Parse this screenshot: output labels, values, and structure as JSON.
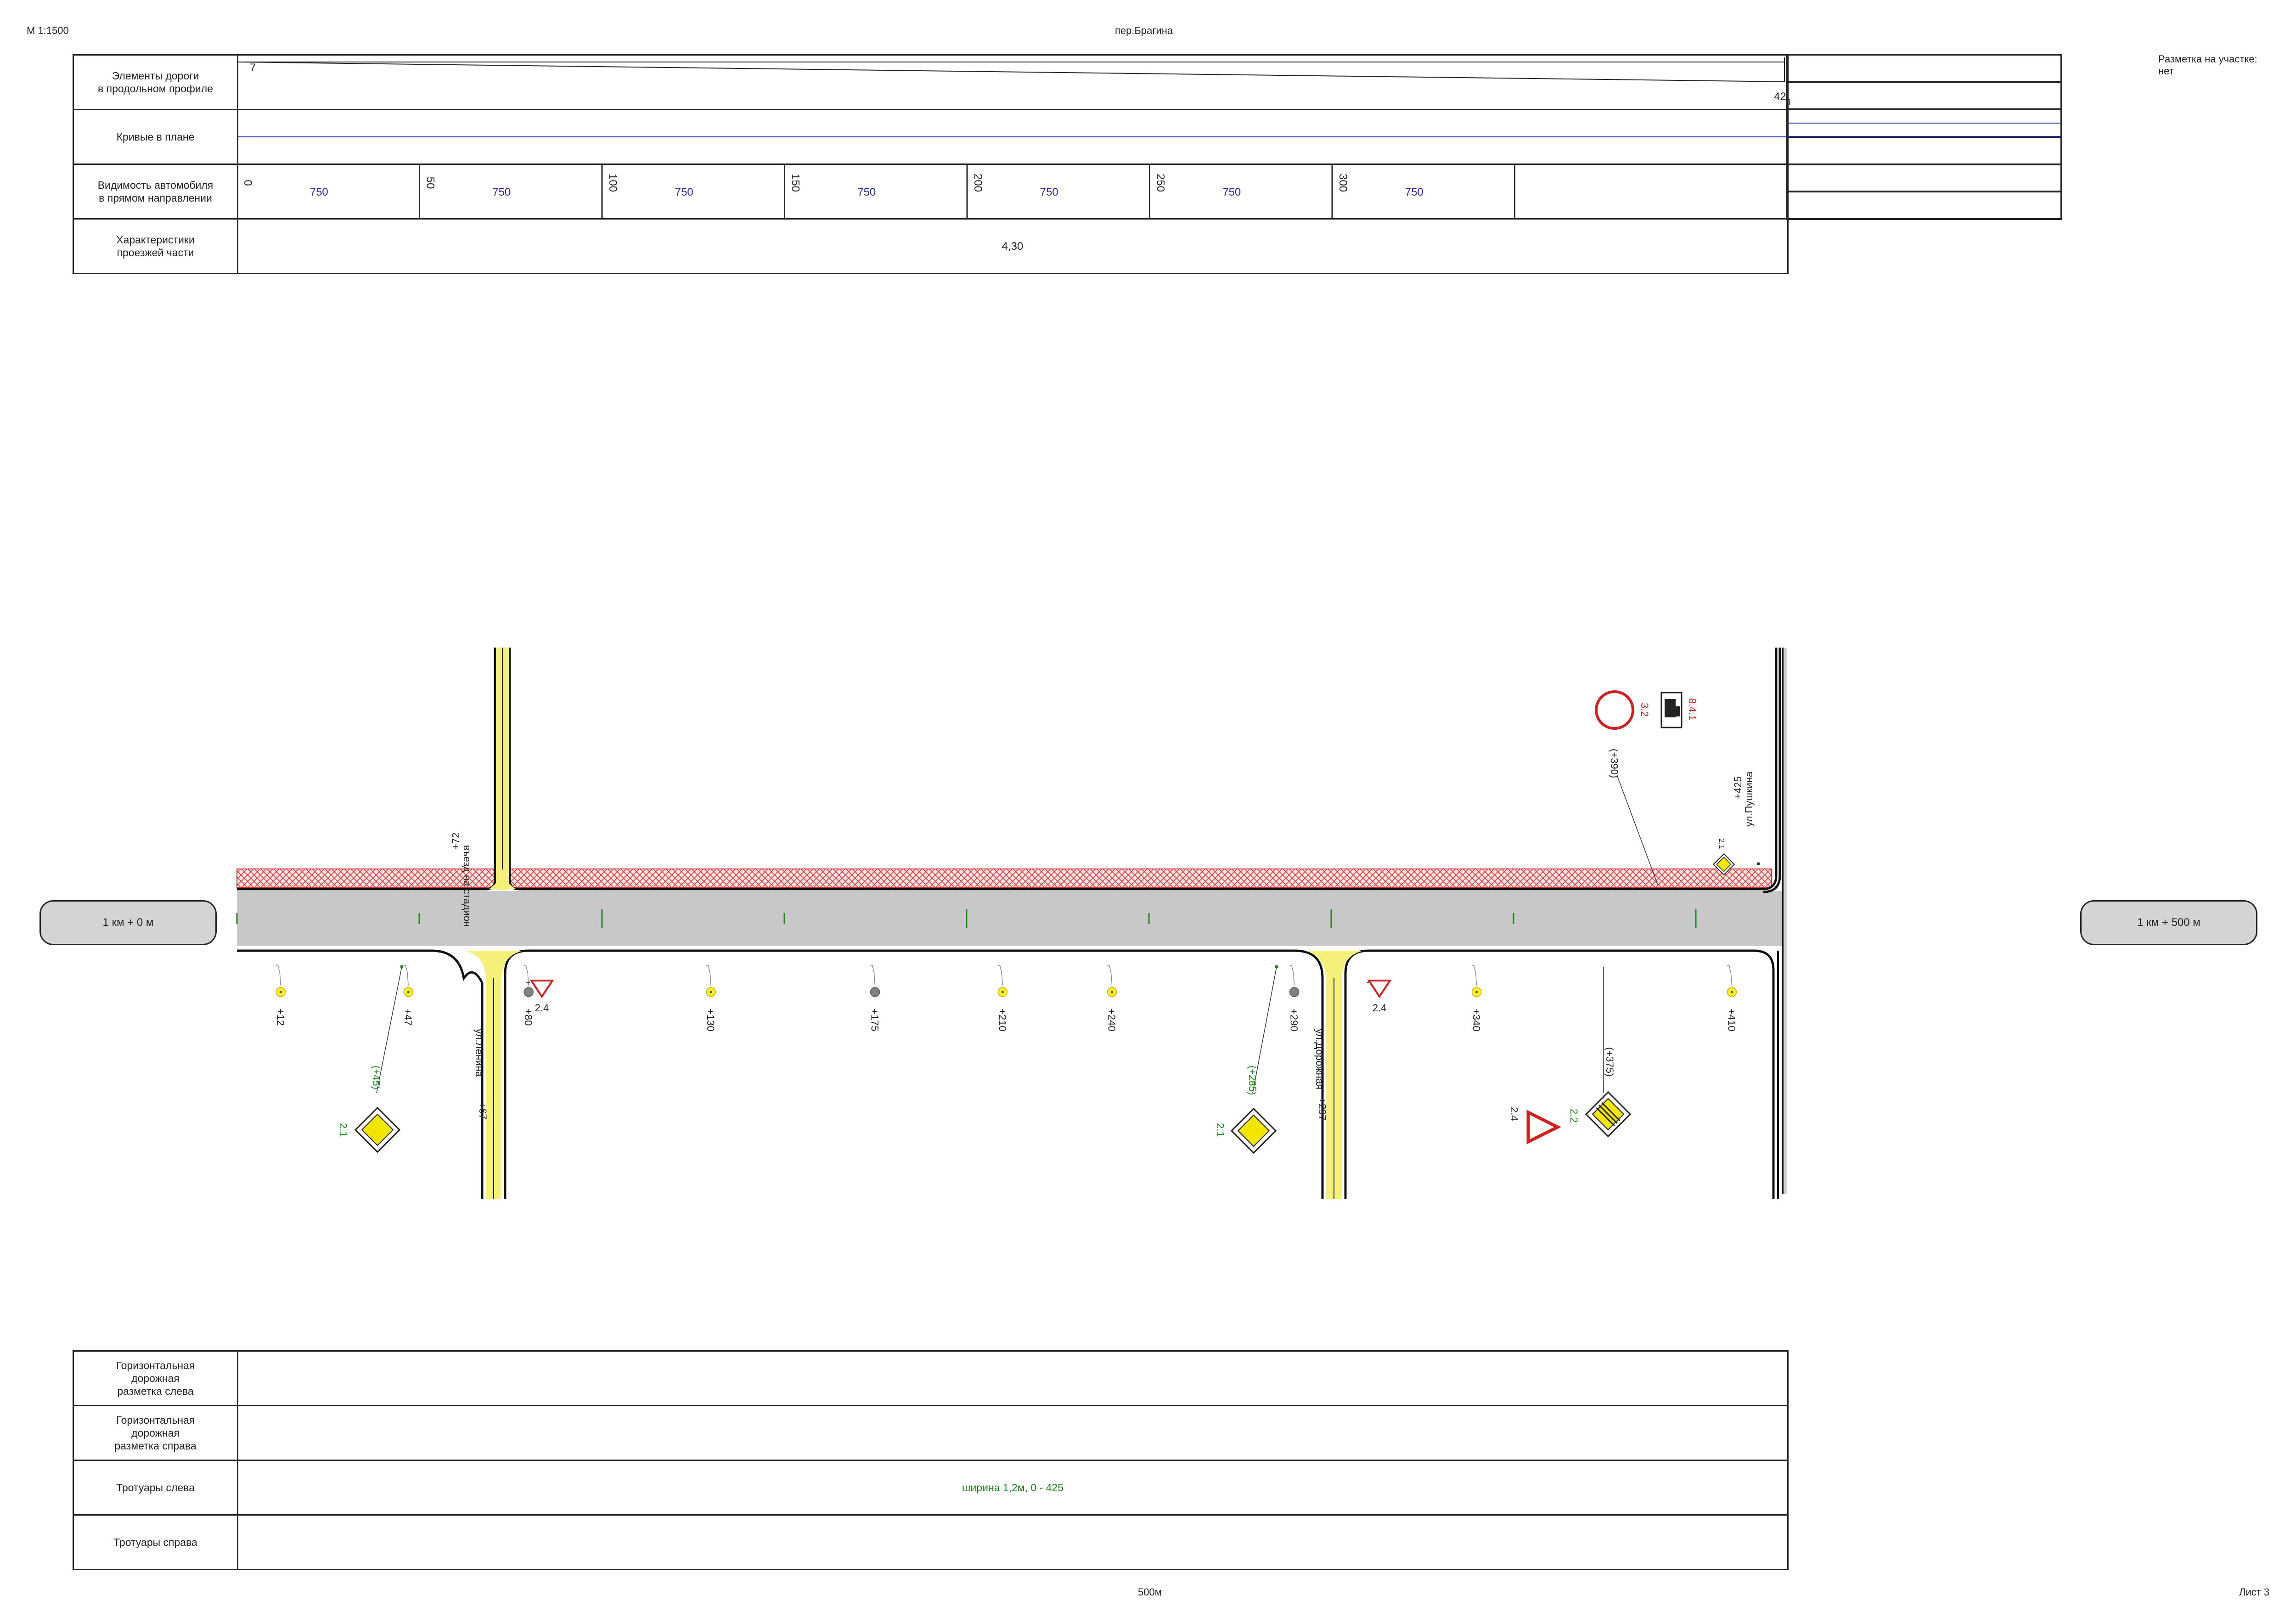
{
  "header": {
    "scale": "М 1:1500",
    "street_name": "пер.Брагина",
    "markings_label": "Разметка на участке:",
    "markings_value": "нет"
  },
  "top_table": {
    "rows": [
      "Элементы дороги\nв продольном профиле",
      "Кривые в плане",
      "Видимость автомобиля\nв прямом направлении",
      "Характеристики\nпроезжей части"
    ],
    "profile_start": "7",
    "profile_end": "42",
    "profile_end_sub": "4",
    "visibility": [
      {
        "pk": "0",
        "value": "750"
      },
      {
        "pk": "50",
        "value": "750"
      },
      {
        "pk": "100",
        "value": "750"
      },
      {
        "pk": "150",
        "value": "750"
      },
      {
        "pk": "200",
        "value": "750"
      },
      {
        "pk": "250",
        "value": "750"
      },
      {
        "pk": "300",
        "value": "750"
      }
    ],
    "carriageway_width": "4,30"
  },
  "plan": {
    "start_marker": "1 км + 0 м",
    "end_marker": "1 км + 500 м",
    "roads": {
      "stadium": {
        "pk": "+72",
        "name": "въезд на стадион"
      },
      "lenina": {
        "name": "ул.Ленина",
        "pk": "+67"
      },
      "dorozhnaya": {
        "name": "ул.Дорожная",
        "pk": "+297"
      },
      "pushkina": {
        "pk": "+425",
        "name": "ул.Пушкина"
      }
    },
    "poles": [
      {
        "pk": "+12",
        "color": "yellow"
      },
      {
        "pk": "+47",
        "color": "yellow"
      },
      {
        "pk": "+80",
        "color": "gray"
      },
      {
        "pk": "+130",
        "color": "yellow"
      },
      {
        "pk": "+175",
        "color": "gray"
      },
      {
        "pk": "+210",
        "color": "yellow"
      },
      {
        "pk": "+240",
        "color": "yellow"
      },
      {
        "pk": "+290",
        "color": "gray"
      },
      {
        "pk": "+340",
        "color": "yellow"
      },
      {
        "pk": "+410",
        "color": "yellow"
      }
    ],
    "signs": {
      "s45": {
        "pk": "(+45)",
        "code": "2.1"
      },
      "s285": {
        "pk": "(+285)",
        "code": "2.1"
      },
      "s375": {
        "pk": "(+375)",
        "code_a": "2.4",
        "code_b": "2.2"
      },
      "s390": {
        "pk": "(+390)",
        "code_a": "3.2",
        "code_b": "8.4.1"
      },
      "yield_lenina": "2.4",
      "yield_dorozhnaya": "2.4",
      "pushkina_sign": "2.1"
    }
  },
  "bottom_table": {
    "rows": [
      "Горизонтальная\nдорожная\nразметка слева",
      "Горизонтальная\nдорожная\nразметка справа",
      "Тротуары слева",
      "Тротуары справа"
    ],
    "sidewalk_left": "ширина 1,2м, 0 - 425"
  },
  "footer": {
    "length": "500м",
    "sheet": "Лист 3"
  },
  "colors": {
    "road": "#c8c8c8",
    "sidewalk_hatch": "#e03030",
    "junction": "#f5f07a",
    "profile_blue": "#2a2aaa",
    "green_text": "#1a8a1a",
    "red_text": "#d02020"
  }
}
